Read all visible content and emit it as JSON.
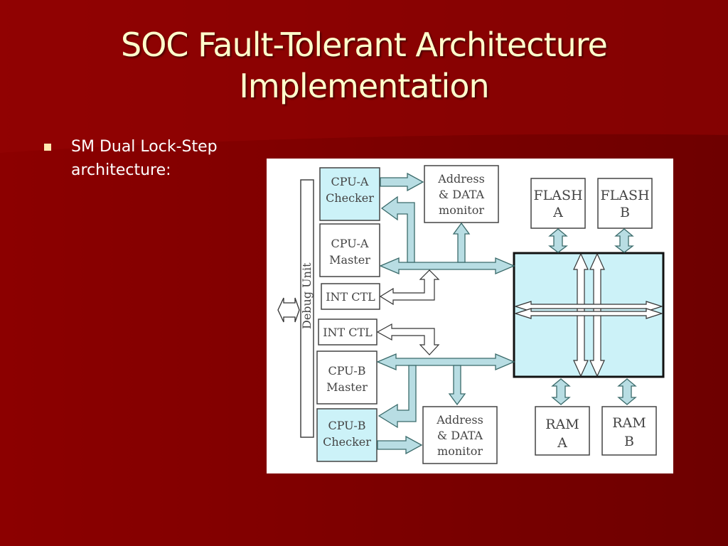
{
  "slide": {
    "title_line1": "SOC Fault-Tolerant Architecture",
    "title_line2": "Implementation",
    "bullet": "SM Dual Lock-Step architecture:"
  },
  "diagram": {
    "debug_unit": "Debug Unit",
    "cpu_a_checker": [
      "CPU-A",
      "Checker"
    ],
    "cpu_a_master": [
      "CPU-A",
      "Master"
    ],
    "int_ctl_a": "INT CTL",
    "int_ctl_b": "INT CTL",
    "cpu_b_master": [
      "CPU-B",
      "Master"
    ],
    "cpu_b_checker": [
      "CPU-B",
      "Checker"
    ],
    "monitor_a": [
      "Address",
      "& DATA",
      "monitor"
    ],
    "monitor_b": [
      "Address",
      "& DATA",
      "monitor"
    ],
    "flash_a": [
      "FLASH",
      "A"
    ],
    "flash_b": [
      "FLASH",
      "B"
    ],
    "ram_a": [
      "RAM",
      "A"
    ],
    "ram_b": [
      "RAM",
      "B"
    ]
  },
  "colors": {
    "background": "#7a0000",
    "title": "#ffffcc",
    "block_fill_cyan": "#ccf2f8",
    "bus_fill": "#b8dde3",
    "arrow_stroke": "#3a6a6a"
  }
}
